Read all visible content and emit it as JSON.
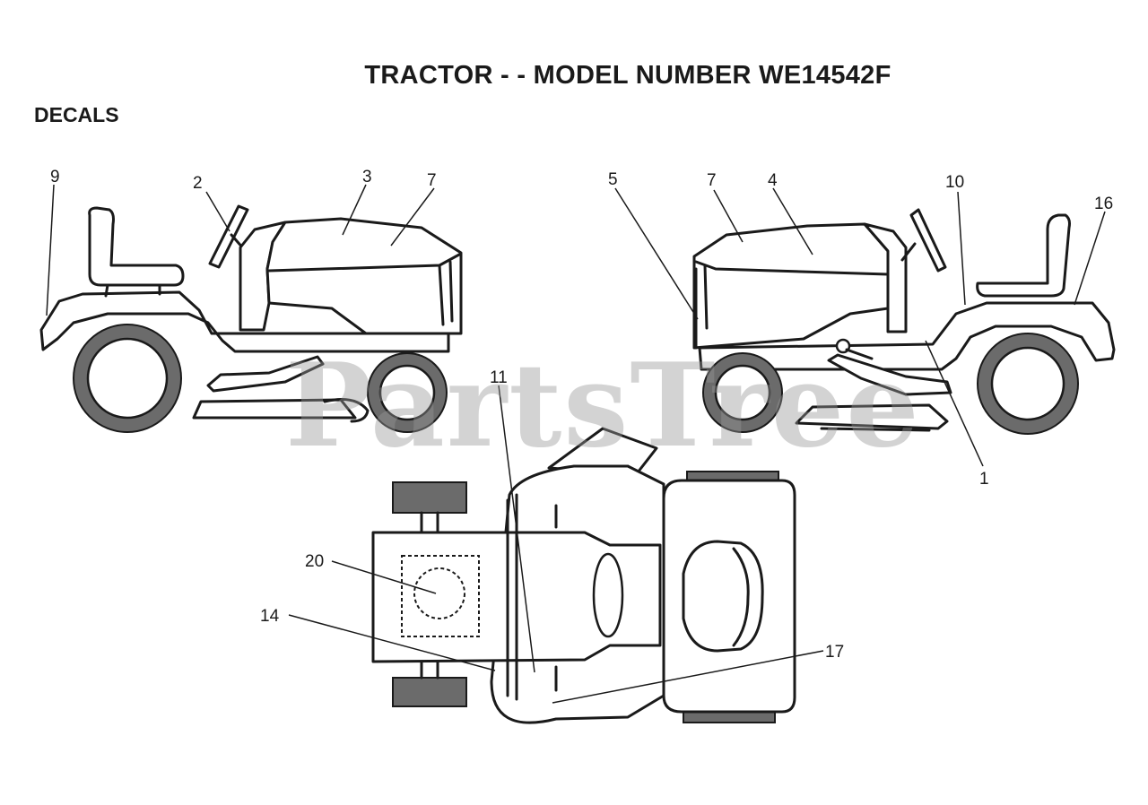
{
  "header": {
    "title": "TRACTOR - - MODEL NUMBER WE14542F",
    "section": "DECALS"
  },
  "watermark": "PartsTree",
  "callouts": {
    "c9": "9",
    "c2": "2",
    "c3": "3",
    "c7a": "7",
    "c5": "5",
    "c7b": "7",
    "c4": "4",
    "c10": "10",
    "c16": "16",
    "c1": "1",
    "c11": "11",
    "c20": "20",
    "c14": "14",
    "c17": "17"
  }
}
